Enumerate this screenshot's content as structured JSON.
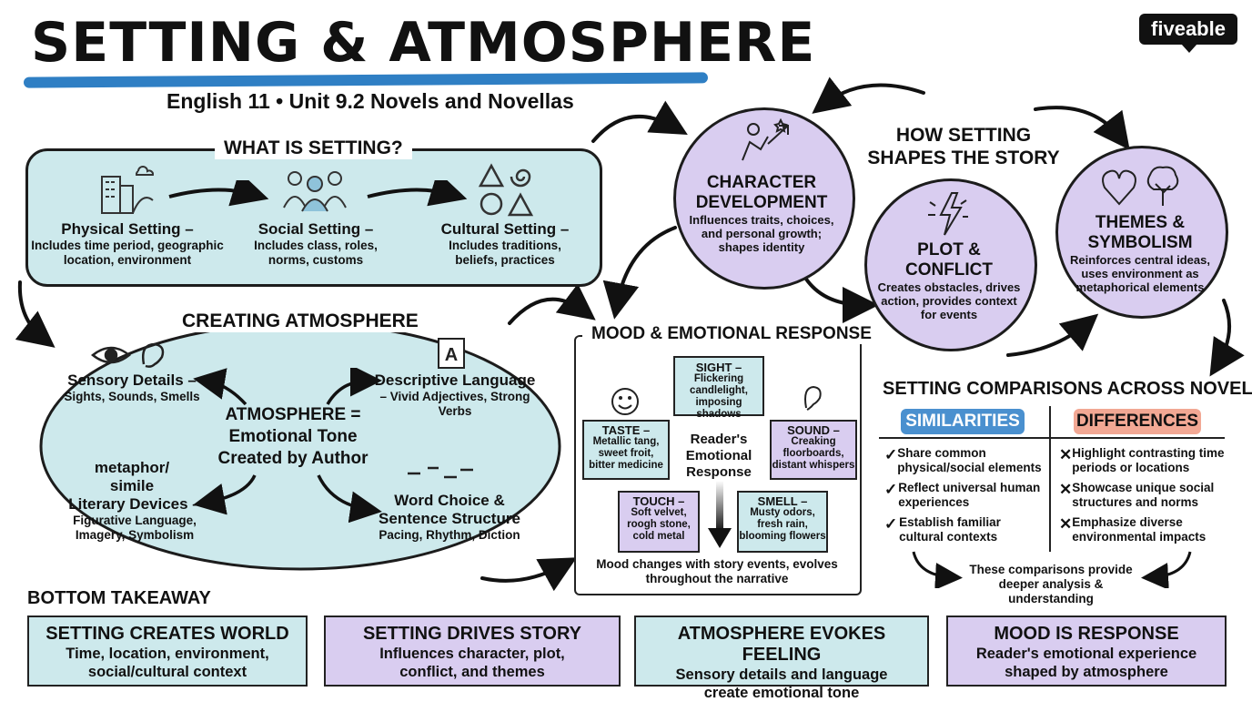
{
  "header": {
    "title": "SETTING & ATMOSPHERE",
    "subtitle": "English 11 • Unit 9.2 Novels and Novellas",
    "logo": "fiveable"
  },
  "what_is_setting": {
    "label": "WHAT IS SETTING?",
    "items": [
      {
        "title": "Physical Setting –",
        "desc": "Includes time period, geographic location, environment"
      },
      {
        "title": "Social Setting –",
        "desc": "Includes class, roles, norms, customs"
      },
      {
        "title": "Cultural Setting –",
        "desc": "Includes traditions, beliefs, practices"
      }
    ]
  },
  "creating_atmosphere": {
    "label": "CREATING ATMOSPHERE",
    "center": "ATMOSPHERE = Emotional Tone Created by Author",
    "sensory": {
      "title": "Sensory Details –",
      "desc": "Sights, Sounds, Smells"
    },
    "descriptive": {
      "title": "Descriptive Language",
      "desc": "– Vivid Adjectives, Strong Verbs"
    },
    "literary_note": "metaphor/ simile",
    "literary": {
      "title": "Literary Devices –",
      "desc": "Figurative Language, Imagery, Symbolism"
    },
    "word_choice": {
      "title": "Word Choice & Sentence Structure",
      "desc": "Pacing, Rhythm, Diction"
    }
  },
  "mood": {
    "label": "MOOD & EMOTIONAL RESPONSE",
    "center": "Reader's Emotional Response",
    "sight": {
      "title": "SIGHT –",
      "desc": "Flickering candlelight, imposing shadows"
    },
    "taste": {
      "title": "TASTE –",
      "desc": "Metallic tang, sweet froit, bitter medicine"
    },
    "sound": {
      "title": "SOUND –",
      "desc": "Creaking floorboards, distant whispers"
    },
    "touch": {
      "title": "TOUCH –",
      "desc": "Soft velvet, roogh stone, cold metal"
    },
    "smell": {
      "title": "SMELL –",
      "desc": "Musty odors, fresh rain, blooming flowers"
    },
    "footer": "Mood changes with story events, evolves throughout the narrative"
  },
  "shapes_story": {
    "label": "HOW SETTING SHAPES THE STORY",
    "character": {
      "title": "CHARACTER DEVELOPMENT",
      "desc": "Influences traits, choices, and personal growth; shapes identity"
    },
    "plot": {
      "title": "PLOT & CONFLICT",
      "desc": "Creates obstacles, drives action, provides context for events"
    },
    "themes": {
      "title": "THEMES & SYMBOLISM",
      "desc": "Reinforces central ideas, uses environment as metaphorical elements"
    }
  },
  "comparisons": {
    "label": "SETTING COMPARISONS ACROSS NOVELS",
    "similarities_label": "SIMILARITIES",
    "differences_label": "DIFFERENCES",
    "similarities": [
      "Share common physical/social elements",
      "Reflect universal human experiences",
      "Establish familiar cultural contexts"
    ],
    "differences": [
      "Highlight contrasting time periods or locations",
      "Showcase unique social structures and norms",
      "Emphasize diverse environmental impacts"
    ],
    "footer": "These comparisons provide deeper analysis & understanding"
  },
  "takeaway": {
    "label": "BOTTOM TAKEAWAY",
    "cards": [
      {
        "title": "SETTING CREATES WORLD",
        "desc": "Time, location, environment, social/cultural context"
      },
      {
        "title": "SETTING DRIVES STORY",
        "desc": "Influences character, plot, conflict, and themes"
      },
      {
        "title": "ATMOSPHERE EVOKES FEELING",
        "desc": "Sensory details and language create emotional tone"
      },
      {
        "title": "MOOD IS RESPONSE",
        "desc": "Reader's emotional experience shaped by atmosphere"
      }
    ]
  },
  "colors": {
    "teal": "#cde9ec",
    "purple": "#d9cdf0",
    "blue_accent": "#2f7fc4",
    "red_accent": "#f2a894"
  }
}
